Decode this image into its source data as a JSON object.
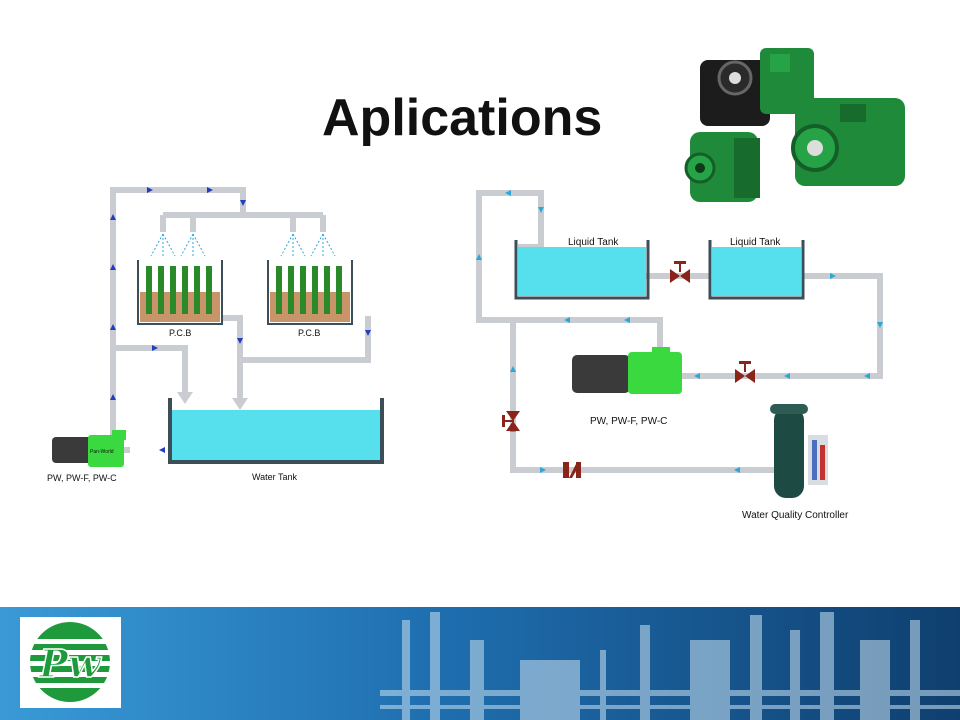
{
  "title": "Aplications",
  "left_diagram": {
    "pcb_label_1": "P.C.B",
    "pcb_label_2": "P.C.B",
    "tank_label": "Water Tank",
    "pump_brand": "Pan-World",
    "pump_label": "PW, PW-F, PW-C"
  },
  "right_diagram": {
    "tank_label_1": "Liquid Tank",
    "tank_label_2": "Liquid Tank",
    "pump_label": "PW, PW-F, PW-C",
    "controller_label": "Water Quality Controller"
  },
  "logo": {
    "text": "Pw",
    "colors": {
      "green": "#1e9a3c",
      "white": "#ffffff"
    }
  },
  "colors": {
    "pipe": "#c9cdd2",
    "arrow_left": "#1f3fbf",
    "arrow_right": "#2aa8d8",
    "water": "#56e0ee",
    "tank_wall": "#3c4e58",
    "valve": "#8a2418",
    "pump_green": "#39d93f",
    "motor": "#3a3a3a",
    "footer_blue": "#1f6fb0"
  }
}
